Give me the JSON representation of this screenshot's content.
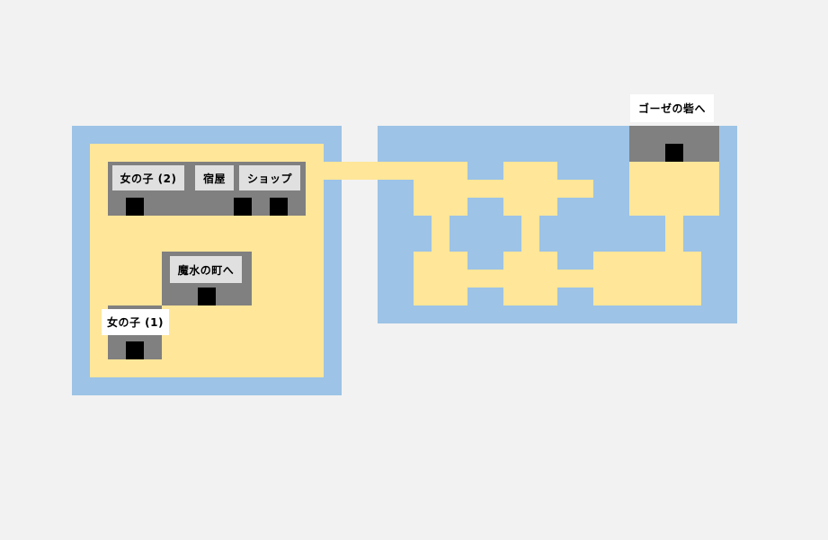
{
  "map": {
    "labels": {
      "girl2": "女の子 (2)",
      "inn": "宿屋",
      "shop": "ショップ",
      "mashui": "魔水の町へ",
      "girl1": "女の子 (1)",
      "goze": "ゴーゼの砦へ"
    },
    "colors": {
      "water": "#9dc3e6",
      "sand": "#ffe699",
      "building": "#808080",
      "door": "#000000",
      "background": "#f2f2f2"
    }
  }
}
